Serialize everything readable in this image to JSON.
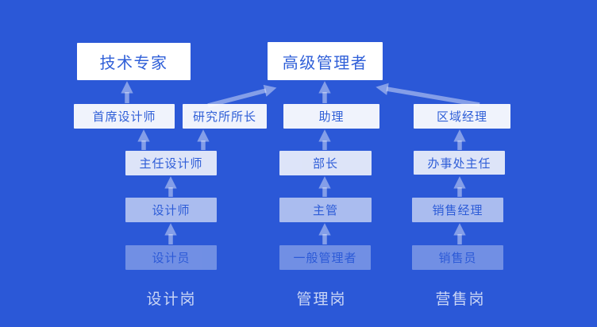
{
  "colors": {
    "canvas-bg": "#2b58d7",
    "node-bg": "#ffffff",
    "node-text": "#2f5fd8",
    "arrow-color": "rgba(255,255,255,0.42)",
    "group-label-color": "rgba(255,255,255,0.75)"
  },
  "org_chart": {
    "type": "career-path-diagram",
    "nodes": {
      "tech_expert": "技术专家",
      "senior_manager": "高级管理者",
      "chief_designer": "首席设计师",
      "institute_head": "研究所所长",
      "assistant": "助理",
      "regional_manager": "区域经理",
      "principal_designer": "主任设计师",
      "department_head": "部长",
      "office_head": "办事处主任",
      "designer": "设计师",
      "supervisor": "主管",
      "sales_manager": "销售经理",
      "junior_designer": "设计员",
      "general_manager": "一般管理者",
      "salesperson": "销售员"
    },
    "group_labels": {
      "design": "设计岗",
      "management": "管理岗",
      "sales": "营售岗"
    },
    "edges": [
      {
        "from": "设计员",
        "to": "设计师"
      },
      {
        "from": "设计师",
        "to": "主任设计师"
      },
      {
        "from": "主任设计师",
        "to": "首席设计师"
      },
      {
        "from": "主任设计师",
        "to": "研究所所长"
      },
      {
        "from": "首席设计师",
        "to": "技术专家"
      },
      {
        "from": "研究所所长",
        "to": "高级管理者"
      },
      {
        "from": "一般管理者",
        "to": "主管"
      },
      {
        "from": "主管",
        "to": "部长"
      },
      {
        "from": "部长",
        "to": "助理"
      },
      {
        "from": "助理",
        "to": "高级管理者"
      },
      {
        "from": "销售员",
        "to": "销售经理"
      },
      {
        "from": "销售经理",
        "to": "办事处主任"
      },
      {
        "from": "办事处主任",
        "to": "区域经理"
      },
      {
        "from": "区域经理",
        "to": "高级管理者"
      }
    ]
  }
}
